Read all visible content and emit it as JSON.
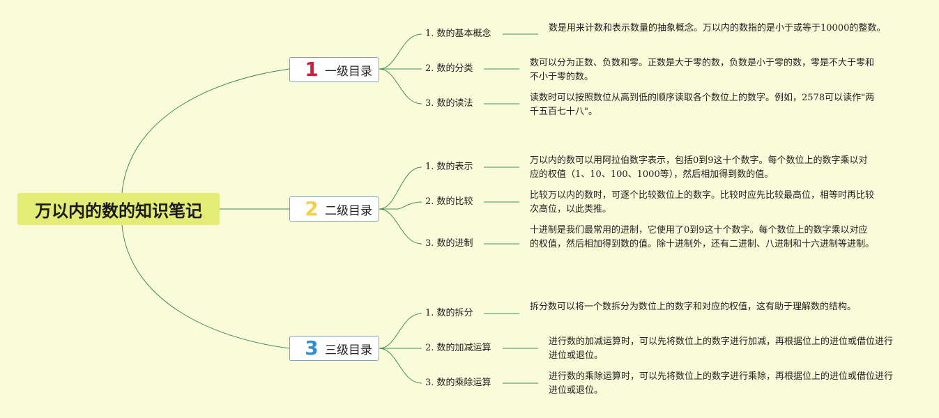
{
  "root": {
    "title": "万以内的数的知识笔记",
    "color": "#e3ec75"
  },
  "line_color": "#3d8c5c",
  "categories": [
    {
      "number": "1",
      "number_color": "#d21f3c",
      "label": "一级目录",
      "items": [
        {
          "label": "1. 数的基本概念",
          "text": "数是用来计数和表示数量的抽象概念。万以内的数指的是小于或等于10000的整数。"
        },
        {
          "label": "2. 数的分类",
          "text": "数可以分为正数、负数和零。正数是大于零的数，负数是小于零的数，零是不大于零和不小于零的数。"
        },
        {
          "label": "3. 数的读法",
          "text": "读数时可以按照数位从高到低的顺序读取各个数位上的数字。例如，2578可以读作\"两千五百七十八\"。"
        }
      ]
    },
    {
      "number": "2",
      "number_color": "#f3cf4a",
      "label": "二级目录",
      "items": [
        {
          "label": "1. 数的表示",
          "text": "万以内的数可以用阿拉伯数字表示，包括0到9这十个数字。每个数位上的数字乘以对应的权值（1、10、100、1000等），然后相加得到数的值。"
        },
        {
          "label": "2. 数的比较",
          "text": "比较万以内的数时，可逐个比较数位上的数字。比较时应先比较最高位，相等时再比较次高位，以此类推。"
        },
        {
          "label": "3. 数的进制",
          "text": "十进制是我们最常用的进制，它使用了0到9这十个数字。每个数位上的数字乘以对应的权值，然后相加得到数的值。除十进制外，还有二进制、八进制和十六进制等进制。"
        }
      ]
    },
    {
      "number": "3",
      "number_color": "#2f8fd6",
      "label": "三级目录",
      "items": [
        {
          "label": "1. 数的拆分",
          "text": "拆分数可以将一个数拆分为数位上的数字和对应的权值，这有助于理解数的结构。"
        },
        {
          "label": "2. 数的加减运算",
          "text": "进行数的加减运算时，可以先将数位上的数字进行加减，再根据位上的进位或借位进行进位或退位。"
        },
        {
          "label": "3. 数的乘除运算",
          "text": "进行数的乘除运算时，可以先将数位上的数字进行乘除，再根据位上的进位或借位进行进位或退位。"
        }
      ]
    }
  ]
}
